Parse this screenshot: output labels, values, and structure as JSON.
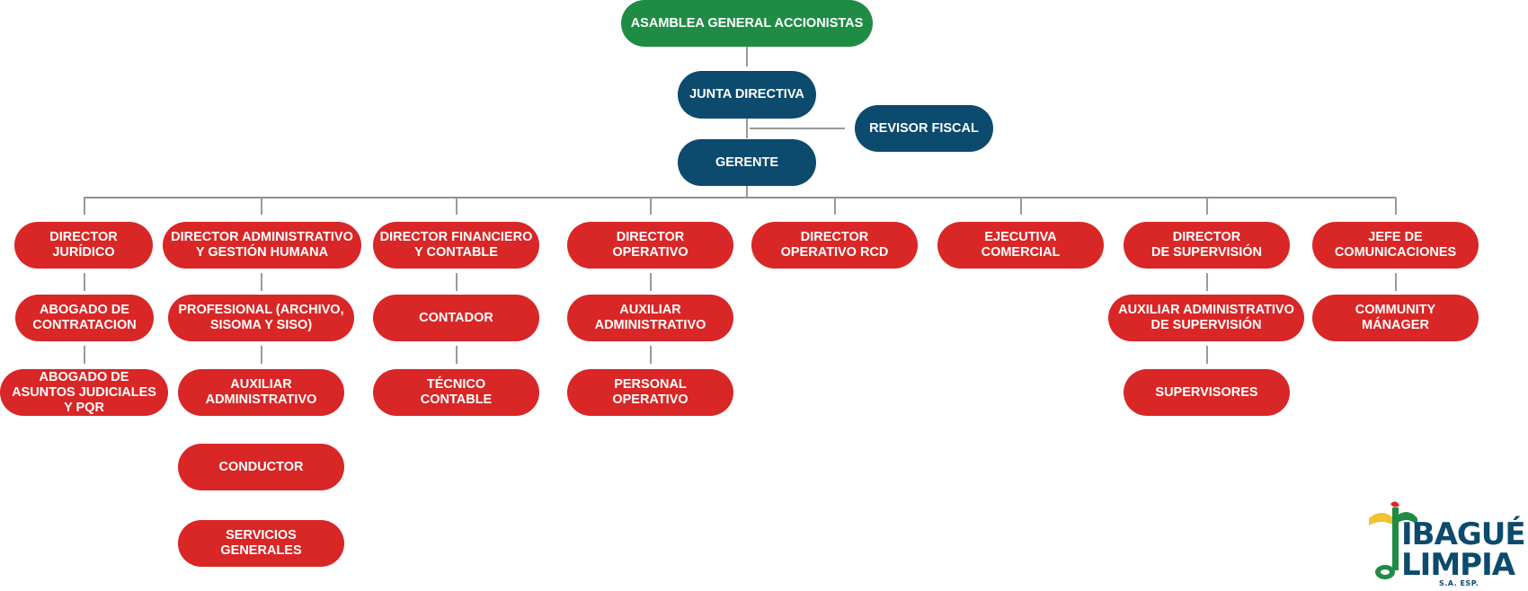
{
  "org_chart": {
    "top": {
      "assembly": "ASAMBLEA GENERAL ACCIONISTAS",
      "board": "JUNTA DIRECTIVA",
      "auditor": "REVISOR FISCAL",
      "manager": "GERENTE"
    },
    "departments": [
      {
        "head": "DIRECTOR JURÍDICO",
        "subs": [
          "ABOGADO DE\nCONTRATACION",
          "ABOGADO DE\nASUNTOS JUDICIALES\nY PQR"
        ]
      },
      {
        "head": "DIRECTOR ADMINISTRATIVO\nY GESTIÓN HUMANA",
        "subs": [
          "PROFESIONAL (ARCHIVO,\nSISOMA Y SISO)",
          "AUXILIAR\nADMINISTRATIVO",
          "CONDUCTOR",
          "SERVICIOS\nGENERALES"
        ]
      },
      {
        "head": "DIRECTOR FINANCIERO\nY CONTABLE",
        "subs": [
          "CONTADOR",
          "TÉCNICO\nCONTABLE"
        ]
      },
      {
        "head": "DIRECTOR\nOPERATIVO",
        "subs": [
          "AUXILIAR\nADMINISTRATIVO",
          "PERSONAL\nOPERATIVO"
        ]
      },
      {
        "head": "DIRECTOR\nOPERATIVO RCD",
        "subs": []
      },
      {
        "head": "EJECUTIVA\nCOMERCIAL",
        "subs": []
      },
      {
        "head": "DIRECTOR\nDE SUPERVISIÓN",
        "subs": [
          "AUXILIAR ADMINISTRATIVO\nDE SUPERVISIÓN",
          "SUPERVISORES"
        ]
      },
      {
        "head": "JEFE DE\nCOMUNICACIONES",
        "subs": [
          "COMMUNITY\nMÁNAGER"
        ]
      }
    ]
  },
  "logo": {
    "line1": "IBAGUÉ",
    "line2": "LIMPIA",
    "tagline": "S.A. ESP."
  },
  "colors": {
    "assembly": "#1f8c45",
    "executive": "#0c4a6e",
    "unit": "#d92626",
    "connector": "#9a9a9a"
  }
}
